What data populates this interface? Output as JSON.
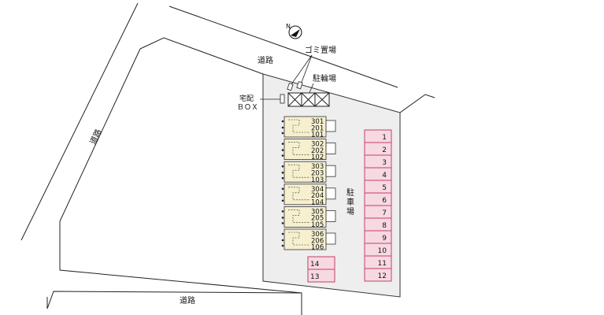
{
  "roads": [
    {
      "id": "north",
      "label": "道路"
    },
    {
      "id": "west",
      "label": "道路"
    },
    {
      "id": "south",
      "label": "道路"
    }
  ],
  "north_marker": "N",
  "facilities": {
    "garbage": "ゴミ置場",
    "bicycle": "駐輪場",
    "delivery_box": "宅配\nＢＯＸ"
  },
  "parking_label": "駐\n車\n場",
  "buildings": [
    {
      "rooms": [
        "301",
        "201",
        "101"
      ]
    },
    {
      "rooms": [
        "302",
        "202",
        "102"
      ]
    },
    {
      "rooms": [
        "303",
        "203",
        "103"
      ]
    },
    {
      "rooms": [
        "304",
        "204",
        "104"
      ]
    },
    {
      "rooms": [
        "305",
        "205",
        "105"
      ]
    },
    {
      "rooms": [
        "306",
        "206",
        "106"
      ]
    }
  ],
  "parking_right": [
    "1",
    "2",
    "3",
    "4",
    "5",
    "6",
    "7",
    "8",
    "9",
    "10",
    "11",
    "12"
  ],
  "parking_bottom": [
    "14",
    "13"
  ],
  "colors": {
    "lot": "#eeeeee",
    "building": "#f6f0cf",
    "parking": "#f7d9e1",
    "parking_border": "#c4406a"
  }
}
